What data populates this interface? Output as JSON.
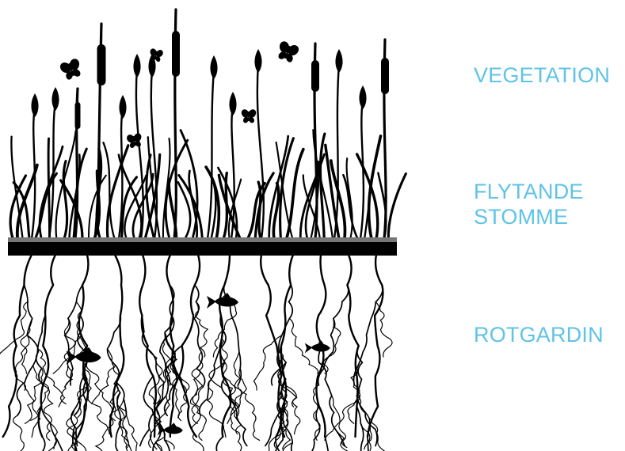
{
  "labels": {
    "vegetation": "VEGETATION",
    "floating_body": "FLYTANDE\nSTOMME",
    "root_curtain": "ROTGARDIN"
  },
  "colors": {
    "label": "#5ec3e6",
    "silhouette": "#000000",
    "platform_top": "#777777",
    "background": "#ffffff"
  }
}
